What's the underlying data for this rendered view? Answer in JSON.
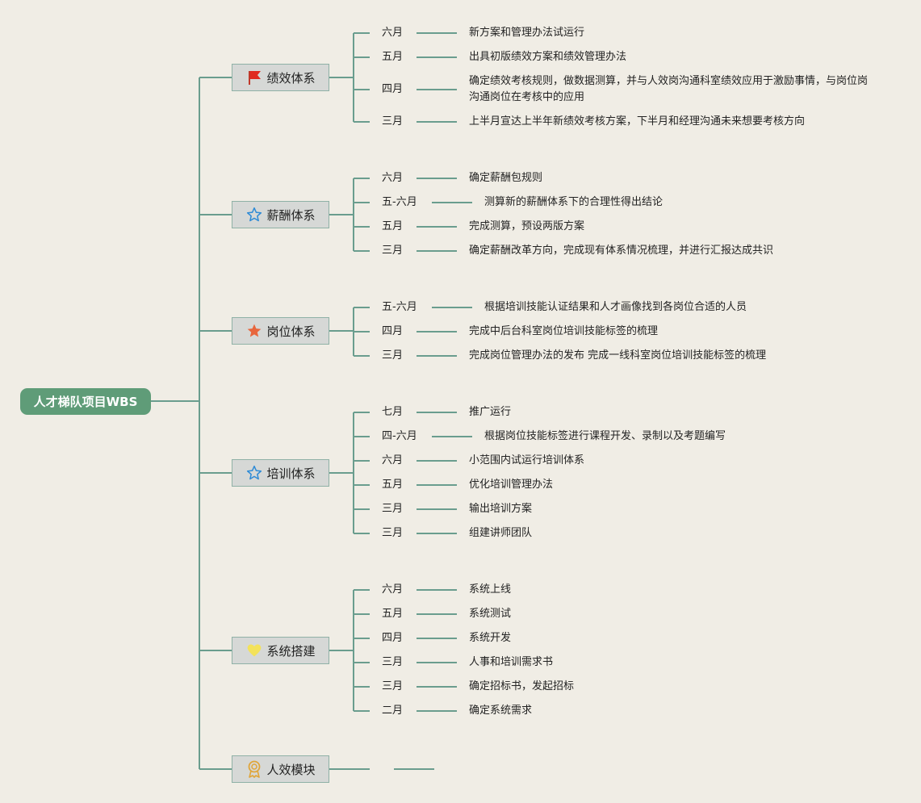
{
  "root": {
    "label": "人才梯队项目WBS"
  },
  "colors": {
    "line": "#6a9d8e",
    "root_bg": "#5f9c78",
    "branch_bg": "#d6d8d6",
    "background": "#f0ede5"
  },
  "branches": [
    {
      "label": "绩效体系",
      "icon": "red-flag-icon",
      "items": [
        {
          "month": "六月",
          "task": "新方案和管理办法试运行"
        },
        {
          "month": "五月",
          "task": "出具初版绩效方案和绩效管理办法"
        },
        {
          "month": "四月",
          "task": "确定绩效考核规则，做数据测算，并与人效岗沟通科室绩效应用于激励事情，与岗位岗沟通岗位在考核中的应用"
        },
        {
          "month": "三月",
          "task": "上半月宣达上半年新绩效考核方案，下半月和经理沟通未来想要考核方向"
        }
      ]
    },
    {
      "label": "薪酬体系",
      "icon": "blue-star-outline-icon",
      "items": [
        {
          "month": "六月",
          "task": "确定薪酬包规则"
        },
        {
          "month": "五-六月",
          "task": "测算新的薪酬体系下的合理性得出结论"
        },
        {
          "month": "五月",
          "task": "完成测算，预设两版方案"
        },
        {
          "month": "三月",
          "task": "确定薪酬改革方向，完成现有体系情况梳理，并进行汇报达成共识"
        }
      ]
    },
    {
      "label": "岗位体系",
      "icon": "orange-star-icon",
      "items": [
        {
          "month": "五-六月",
          "task": "根据培训技能认证结果和人才画像找到各岗位合适的人员"
        },
        {
          "month": "四月",
          "task": "完成中后台科室岗位培训技能标签的梳理"
        },
        {
          "month": "三月",
          "task": "完成岗位管理办法的发布 完成一线科室岗位培训技能标签的梳理"
        }
      ]
    },
    {
      "label": "培训体系",
      "icon": "blue-star-outline-icon",
      "items": [
        {
          "month": "七月",
          "task": "推广运行"
        },
        {
          "month": "四-六月",
          "task": "根据岗位技能标签进行课程开发、录制以及考题编写"
        },
        {
          "month": "六月",
          "task": "小范围内试运行培训体系"
        },
        {
          "month": "五月",
          "task": "优化培训管理办法"
        },
        {
          "month": "三月",
          "task": "输出培训方案"
        },
        {
          "month": "三月",
          "task": "组建讲师团队"
        }
      ]
    },
    {
      "label": "系统搭建",
      "icon": "yellow-heart-icon",
      "items": [
        {
          "month": "六月",
          "task": "系统上线"
        },
        {
          "month": "五月",
          "task": "系统测试"
        },
        {
          "month": "四月",
          "task": "系统开发"
        },
        {
          "month": "三月",
          "task": "人事和培训需求书"
        },
        {
          "month": "三月",
          "task": "确定招标书，发起招标"
        },
        {
          "month": "二月",
          "task": "确定系统需求"
        }
      ]
    },
    {
      "label": "人效模块",
      "icon": "award-medal-icon",
      "items": []
    }
  ]
}
